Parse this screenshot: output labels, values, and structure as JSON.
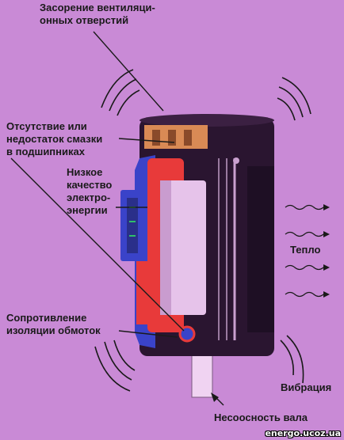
{
  "labels": {
    "vent": [
      "Засорение вентиляци-",
      "онных отверстий"
    ],
    "lube": [
      "Отсутствие или",
      "недостаток смазки",
      "в подшипниках"
    ],
    "power": [
      "Низкое",
      "качество",
      "электро-",
      "энергии"
    ],
    "heat": "Тепло",
    "insulation": [
      "Сопротивление",
      "изоляции обмоток"
    ],
    "vibration": "Вибрация",
    "shaft": "Несоосность вала"
  },
  "watermark": "energo.ucoz.ua",
  "colors": {
    "background": "#c98ad6",
    "housing": "#2a1530",
    "stator": "#e83a3a",
    "rotor": "#e6c3ea",
    "cap": "#3a43c9",
    "fan": "#d98a55",
    "text": "#1a1a1a"
  }
}
